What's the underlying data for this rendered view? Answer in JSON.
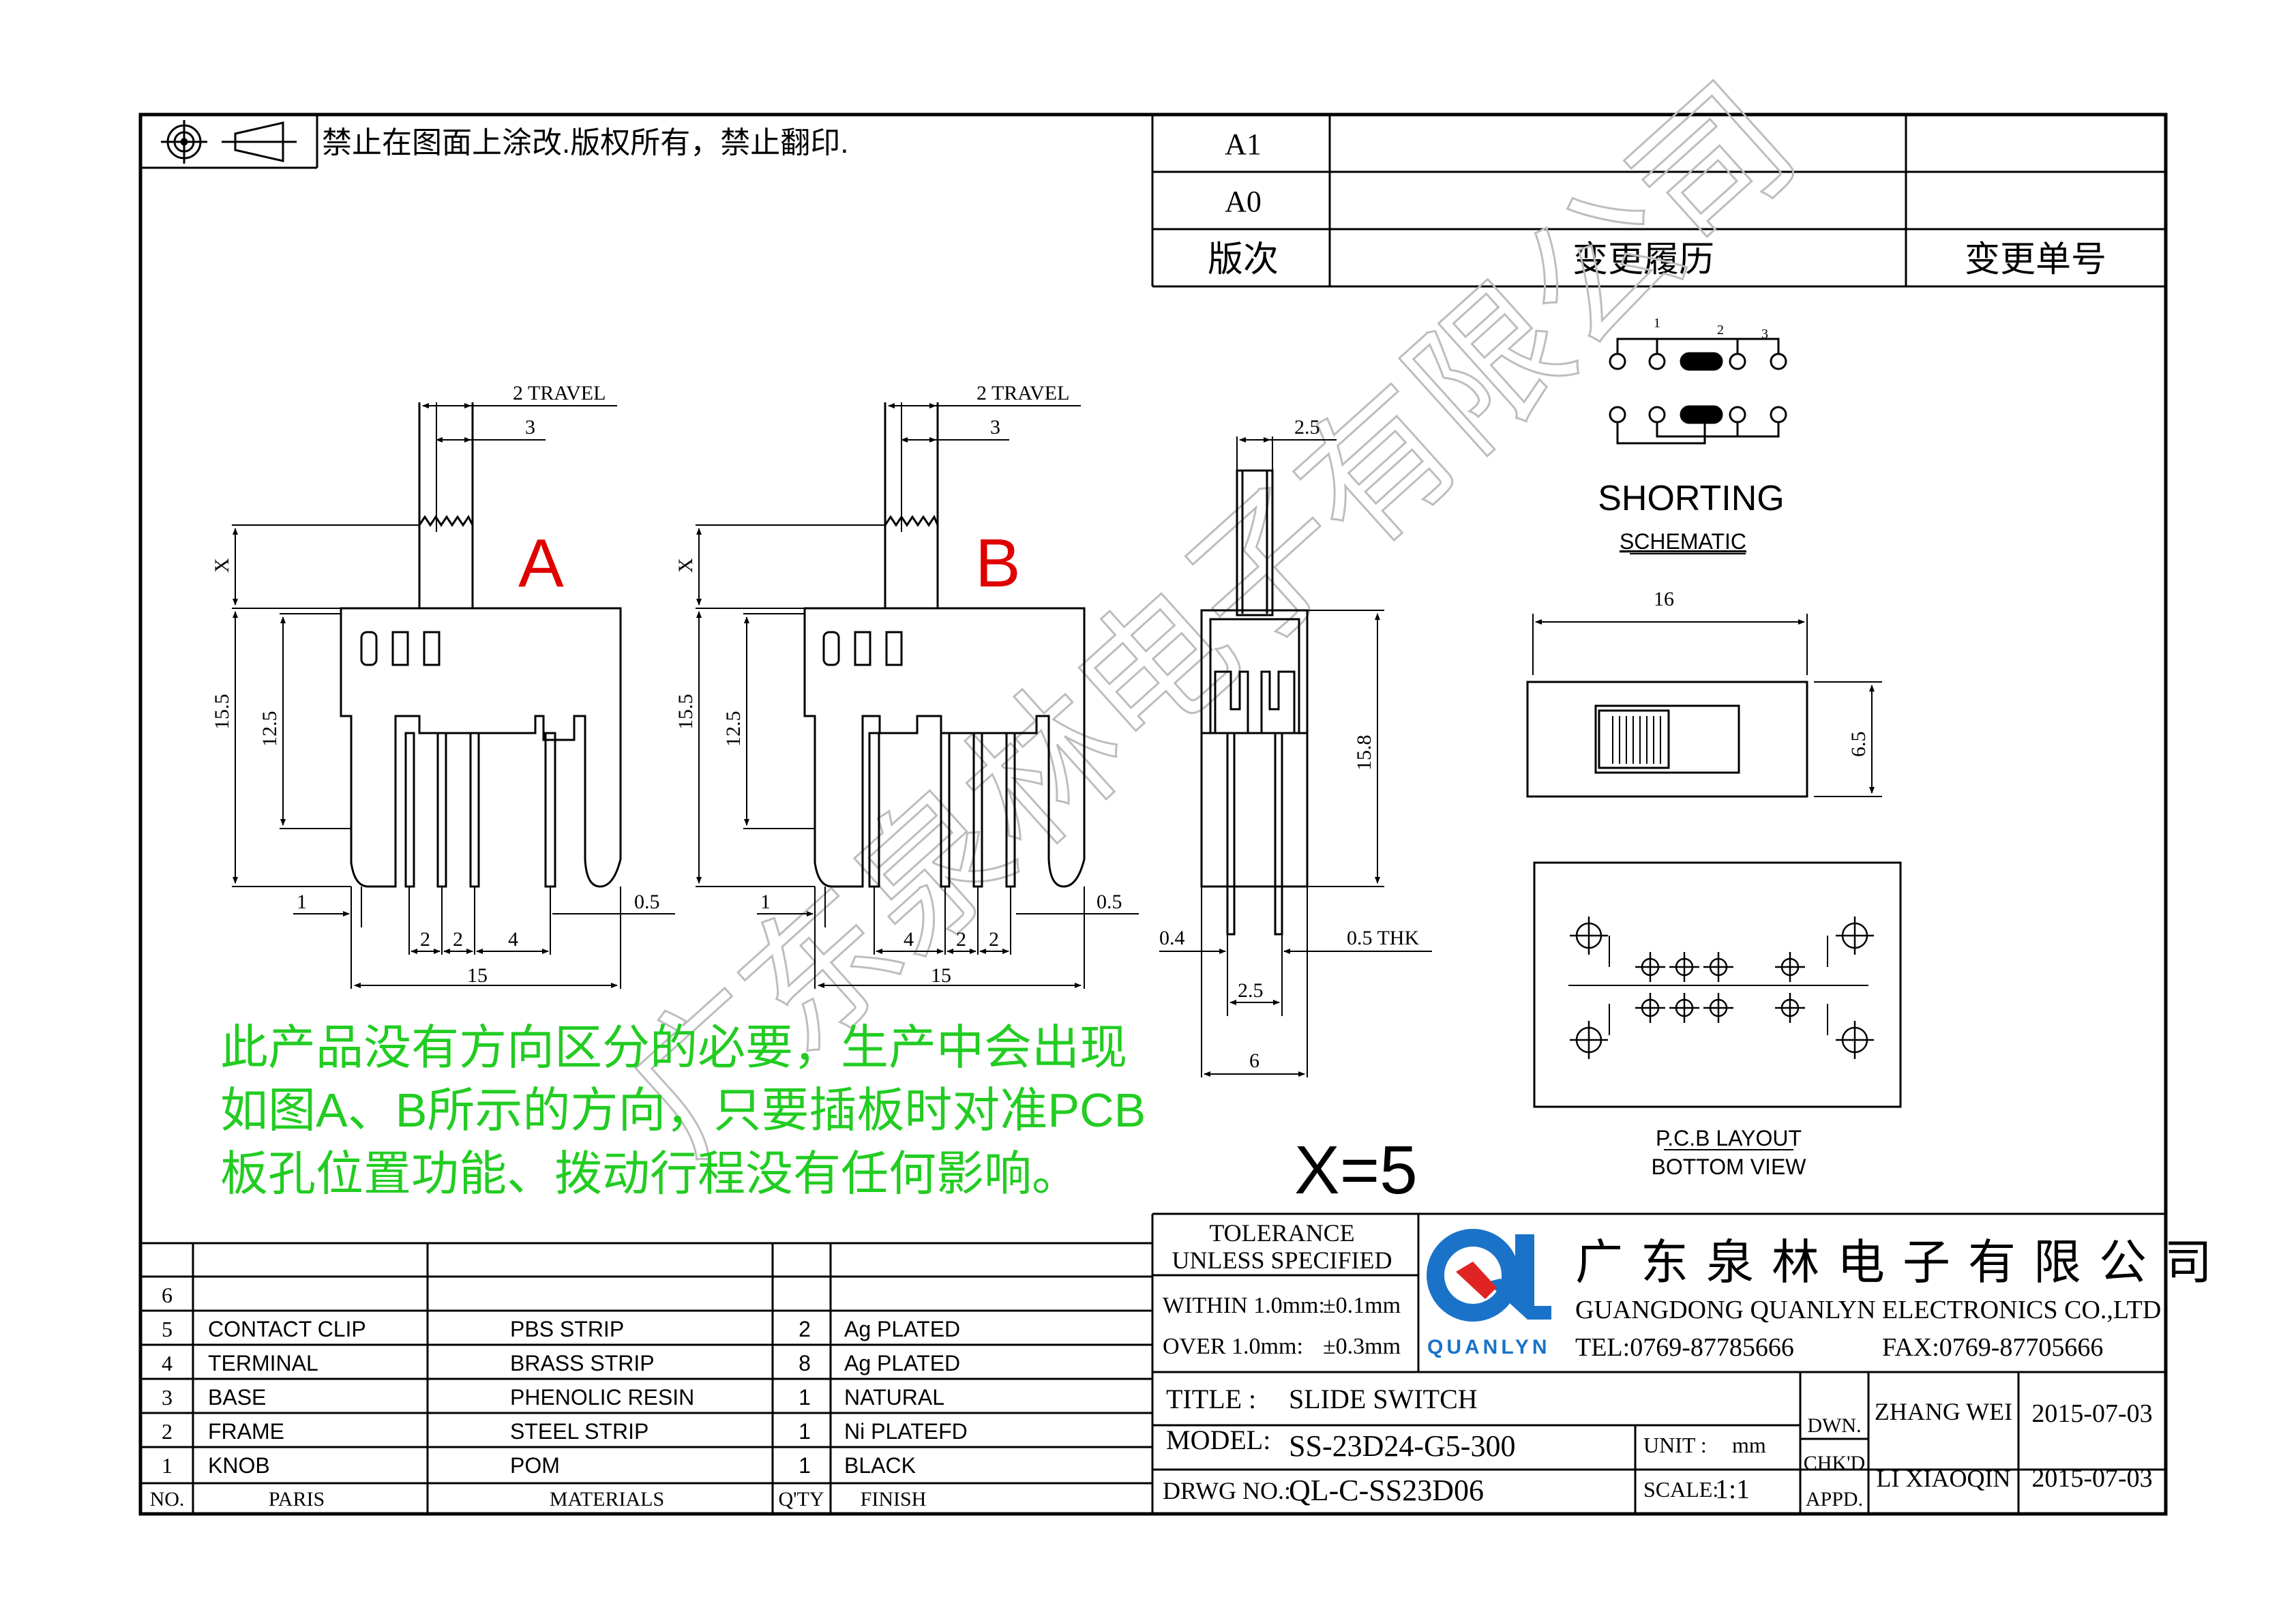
{
  "header": {
    "copyright_note": "禁止在图面上涂改.版权所有，禁止翻印.",
    "revisions": [
      {
        "rev": "A1",
        "history": "",
        "change_no": ""
      },
      {
        "rev": "A0",
        "history": "",
        "change_no": ""
      }
    ],
    "revision_headers": {
      "rev": "版次",
      "history": "变更履历",
      "change_no": "变更单号"
    }
  },
  "views": {
    "label_a": "A",
    "label_b": "B",
    "dims": {
      "travel": "2 TRAVEL",
      "three": "3",
      "x": "X",
      "h155": "15.5",
      "h125": "12.5",
      "one": "1",
      "half": "0.5",
      "two": "2",
      "four": "4",
      "fifteen": "15",
      "side_25_top": "2.5",
      "side_158": "15.8",
      "side_04": "0.4",
      "side_05thk": "0.5 THK",
      "side_25_bot": "2.5",
      "side_6": "6",
      "top_16": "16",
      "top_65": "6.5"
    },
    "x_value": "X=5"
  },
  "schematic": {
    "pins": [
      "1",
      "2",
      "3"
    ],
    "title": "SHORTING",
    "subtitle": "SCHEMATIC"
  },
  "pcb": {
    "title": "P.C.B LAYOUT",
    "subtitle": "BOTTOM VIEW"
  },
  "note": {
    "lines": [
      "此产品没有方向区分的必要，生产中会出现",
      "如图A、B所示的方向，只要插板时对准PCB",
      "板孔位置功能、拨动行程没有任何影响。"
    ],
    "color": "#22cc22"
  },
  "watermark": "广东泉林电子有限公司",
  "bom": {
    "rows": [
      {
        "no": "6",
        "part": "",
        "material": "",
        "qty": "",
        "finish": ""
      },
      {
        "no": "5",
        "part": "CONTACT CLIP",
        "material": "PBS STRIP",
        "qty": "2",
        "finish": "Ag PLATED"
      },
      {
        "no": "4",
        "part": "TERMINAL",
        "material": "BRASS STRIP",
        "qty": "8",
        "finish": "Ag PLATED"
      },
      {
        "no": "3",
        "part": "BASE",
        "material": "PHENOLIC RESIN",
        "qty": "1",
        "finish": "NATURAL"
      },
      {
        "no": "2",
        "part": "FRAME",
        "material": "STEEL STRIP",
        "qty": "1",
        "finish": "Ni PLATEFD"
      },
      {
        "no": "1",
        "part": "KNOB",
        "material": "POM",
        "qty": "1",
        "finish": "BLACK"
      }
    ],
    "headers": {
      "no": "NO.",
      "part": "PARIS",
      "material": "MATERIALS",
      "qty": "Q'TY",
      "finish": "FINISH"
    }
  },
  "tolerance": {
    "line1": "TOLERANCE",
    "line2": "UNLESS SPECIFIED",
    "within": "WITHIN 1.0mm:",
    "within_val": "±0.1mm",
    "over": "OVER 1.0mm:",
    "over_val": "±0.3mm"
  },
  "company": {
    "logo": "QL",
    "logo_name": "QUANLYN",
    "name_cn": "广东泉林电子有限公司",
    "name_en": "GUANGDONG QUANLYN ELECTRONICS CO.,LTD",
    "tel": "TEL:0769-87785666",
    "fax": "FAX:0769-87705666",
    "logo_color": "#1a73c9",
    "logo_accent": "#e02424"
  },
  "title_block": {
    "title_label": "TITLE :",
    "title": "SLIDE SWITCH",
    "model_label": "MODEL:",
    "model": "SS-23D24-G5-300",
    "drwg_label": "DRWG NO.:",
    "drwg": "QL-C-SS23D06",
    "unit_label": "UNIT :",
    "unit": "mm",
    "scale_label": "SCALE:",
    "scale": "1:1",
    "dwn_label": "DWN.",
    "dwn": "ZHANG WEI",
    "dwn_date": "2015-07-03",
    "chk_label": "CHK'D",
    "appd_label": "APPD.",
    "chk": "LI XIAOQIN",
    "chk_date": "2015-07-03"
  },
  "colors": {
    "line": "#000000",
    "label_red": "#e00000"
  }
}
